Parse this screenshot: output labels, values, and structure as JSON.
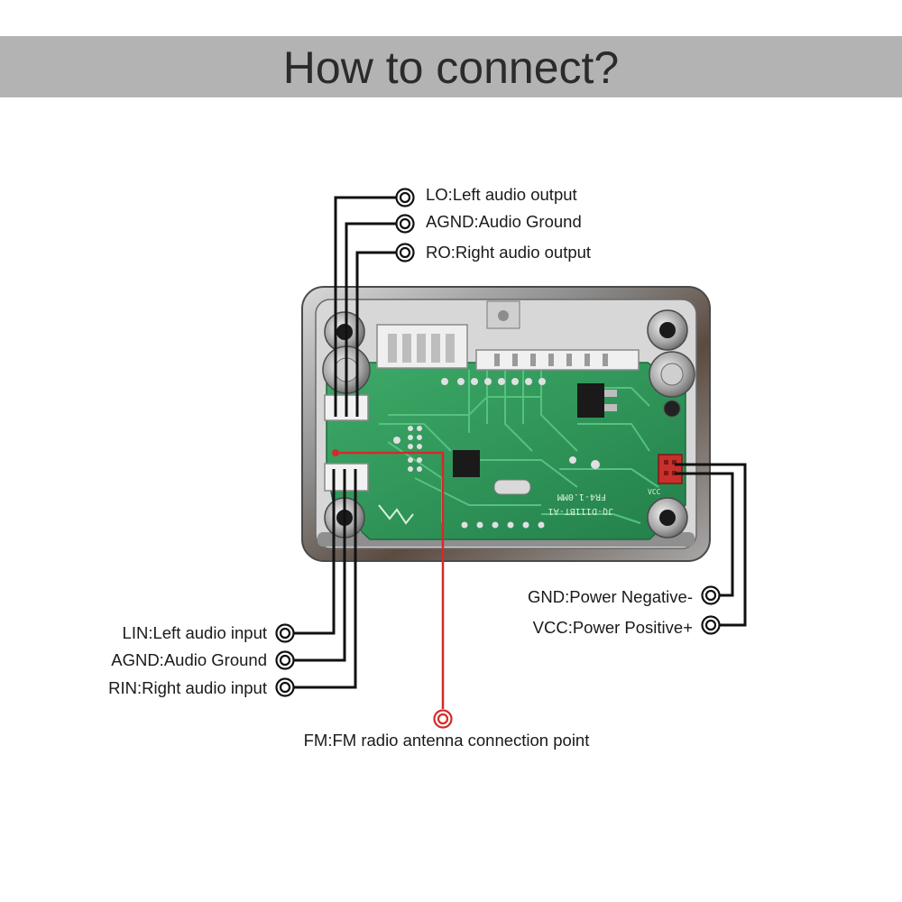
{
  "header": {
    "title": "How to connect?"
  },
  "pins": {
    "lo": {
      "label": "LO:Left audio output"
    },
    "agnd_out": {
      "label": "AGND:Audio Ground"
    },
    "ro": {
      "label": "RO:Right audio output"
    },
    "gnd": {
      "label": "GND:Power Negative-"
    },
    "vcc": {
      "label": "VCC:Power Positive+"
    },
    "lin": {
      "label": "LIN:Left audio input"
    },
    "agnd_in": {
      "label": "AGND:Audio Ground"
    },
    "rin": {
      "label": "RIN:Right audio input"
    },
    "fm": {
      "label": "FM:FM radio antenna connection point"
    }
  },
  "board": {
    "silkscreen_1": "FR4-1.0MM",
    "silkscreen_2": "JQ-D111BT-A1",
    "silkscreen_3": "VCC"
  },
  "colors": {
    "banner": "#b3b3b3",
    "wire": "#111111",
    "fm_wire": "#d42a2a",
    "pcb": "#2f9a5a",
    "bezel": "#8a8a8a"
  }
}
